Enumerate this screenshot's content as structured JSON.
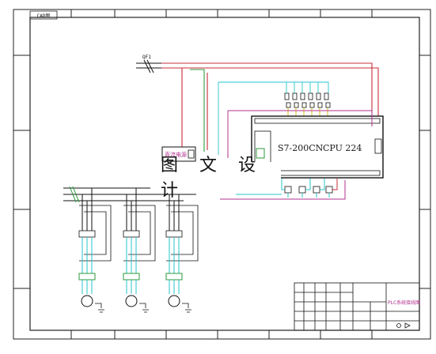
{
  "drawing": {
    "corner_tag": "CAD图",
    "plc": {
      "model": "S7-200CN",
      "cpu": "CPU 224"
    },
    "power_module_label": "直流电源",
    "breaker_label": "QF1",
    "watermark": "图 文 设 计",
    "title_block": {
      "drawing_name": "PLC系统接线图"
    },
    "colors": {
      "red": "#c8303a",
      "cyan": "#25c4cc",
      "magenta": "#b0308e",
      "green": "#2f9a3e",
      "yellow": "#d6b400",
      "black": "#111111"
    }
  }
}
